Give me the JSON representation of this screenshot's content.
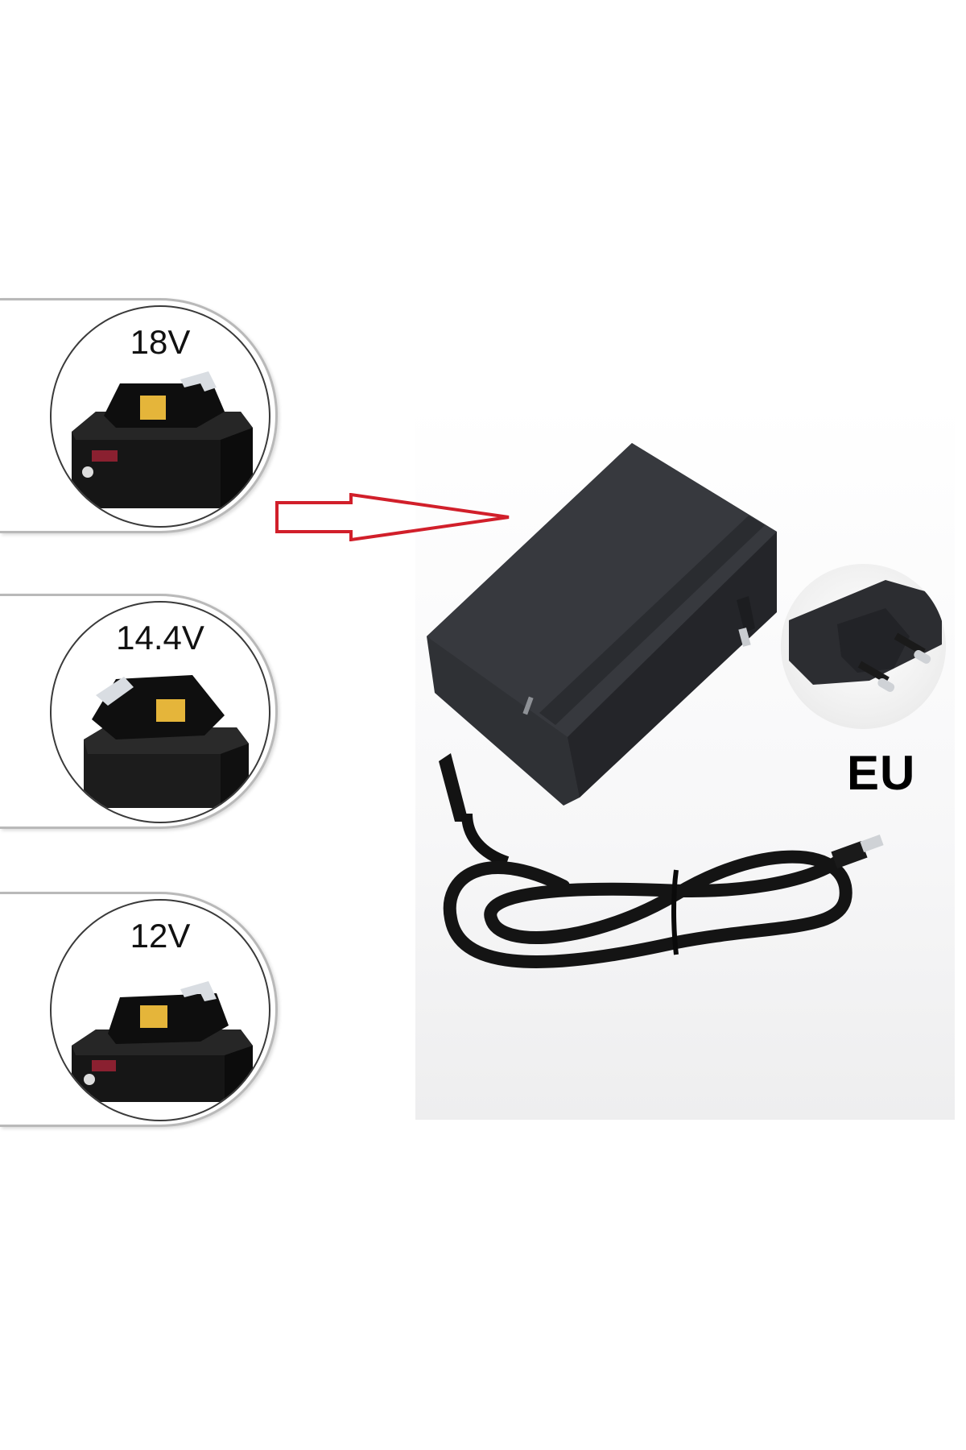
{
  "image": {
    "description": "Product listing image: battery charger power adapter compatible with 18V, 14.4V and 12V tool batteries, EU plug",
    "colors": {
      "background": "#ffffff",
      "arrow": "#d11f2a",
      "adapter_body": "#2f3135",
      "battery_body": "#151515",
      "battery_contacts": "#e5b53a",
      "panel_border": "#b9b9b9"
    }
  },
  "batteries": [
    {
      "voltage": "18V",
      "icon": "battery-18v-icon"
    },
    {
      "voltage": "14.4V",
      "icon": "battery-14v-icon"
    },
    {
      "voltage": "12V",
      "icon": "battery-12v-icon"
    }
  ],
  "arrow": {
    "direction": "right",
    "icon": "arrow-right-outline-icon"
  },
  "adapter": {
    "icon": "power-adapter-icon",
    "led_indicator": true
  },
  "plug": {
    "label": "EU",
    "icon": "eu-plug-icon"
  },
  "cable": {
    "icon": "dc-cable-icon",
    "connector": "DC barrel"
  }
}
